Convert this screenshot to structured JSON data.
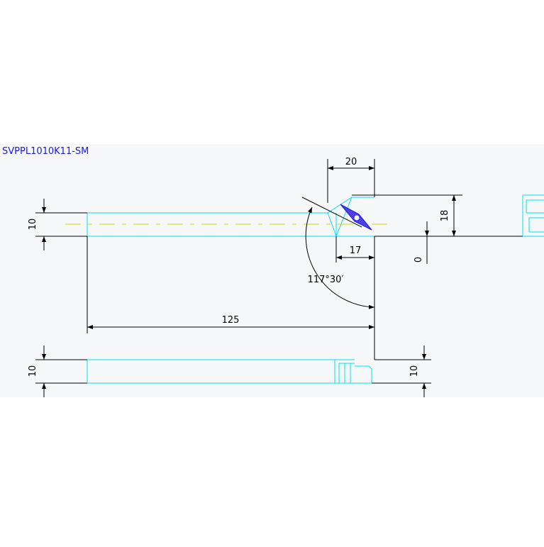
{
  "drawing": {
    "title": "SVPPL1010K11-SM",
    "dimensions": {
      "shank_height_top": "10",
      "head_width": "20",
      "tip_height": "18",
      "tip_offset": "17",
      "zero_offset": "0",
      "approach_angle": "117°30′",
      "overall_length": "125",
      "shank_height_bottom_left": "10",
      "shank_height_bottom_right": "10"
    }
  },
  "colors": {
    "background": "#ffffff",
    "paper_band": "#f6f7f9",
    "outline": "#00e0f0",
    "dimension": "#000000",
    "centerline": "#d8d400",
    "title_text": "#1a1aee",
    "insert_fill": "#3050e8",
    "insert_accent": "#c000c0"
  }
}
